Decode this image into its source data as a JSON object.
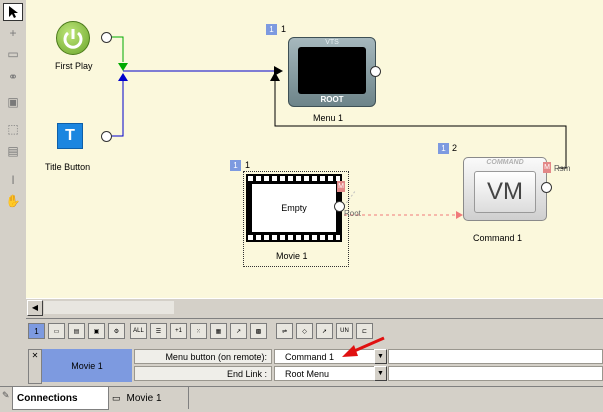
{
  "nodes": {
    "first_play": {
      "label": "First Play"
    },
    "title_button": {
      "label": "Title Button",
      "icon_letter": "T"
    },
    "menu1": {
      "label": "Menu 1",
      "badge": "1",
      "number": "1",
      "tv_top": "VTS",
      "tv_bottom": "ROOT"
    },
    "movie1": {
      "label": "Movie 1",
      "badge": "1",
      "number": "1",
      "content": "Empty",
      "port_marker": "M",
      "link_label": "Root"
    },
    "command1": {
      "label": "Command 1",
      "badge": "1",
      "number": "2",
      "header": "COMMAND",
      "logo": "VM",
      "port_marker": "M",
      "port_label": "Rsm"
    }
  },
  "toolbar": {
    "page_number": "1",
    "button_labels": [
      "ALL",
      "+1",
      "UN"
    ]
  },
  "properties": {
    "object_name": "Movie 1",
    "rows": [
      {
        "label": "Menu button (on remote):",
        "value": "Command 1"
      },
      {
        "label": "End Link :",
        "value": "Root Menu"
      }
    ]
  },
  "tabs": [
    {
      "label": "Connections",
      "active": true
    },
    {
      "label": "Movie 1",
      "active": false
    }
  ],
  "colors": {
    "canvas_bg": "#fbf8dc",
    "badge_blue": "#7d9ae0",
    "link_blue": "#0000cc",
    "link_green": "#00aa00",
    "pending_link": "#f07a7a",
    "annotation_arrow": "#e01010"
  }
}
